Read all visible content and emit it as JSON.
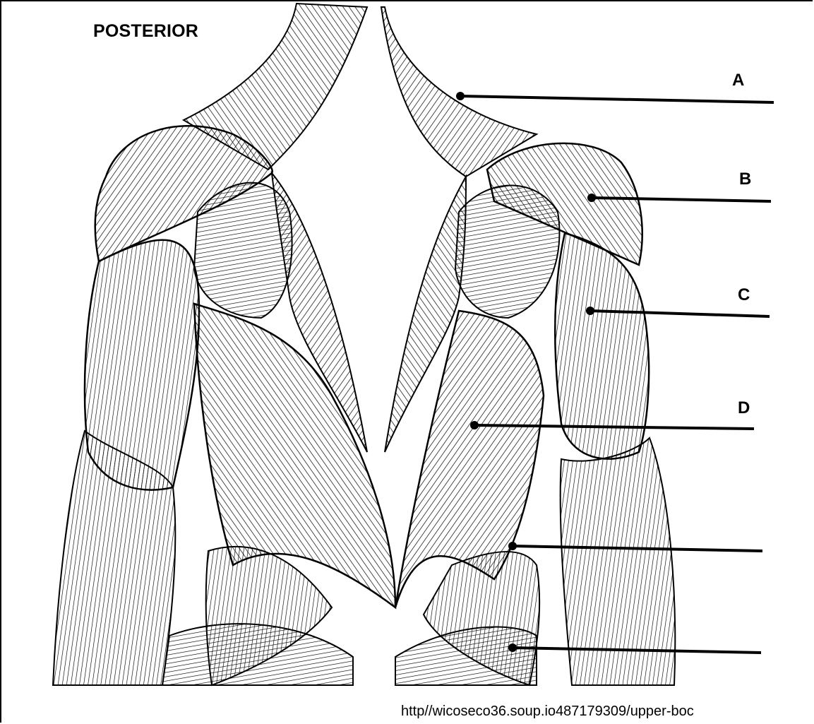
{
  "title": "POSTERIOR",
  "labels": {
    "A": "A",
    "B": "B",
    "C": "C",
    "D": "D",
    "E": "",
    "F": ""
  },
  "source_text": "http//wicoseco36.soup.io487179309/upper-boc",
  "colors": {
    "ink": "#000000",
    "paper": "#ffffff"
  }
}
